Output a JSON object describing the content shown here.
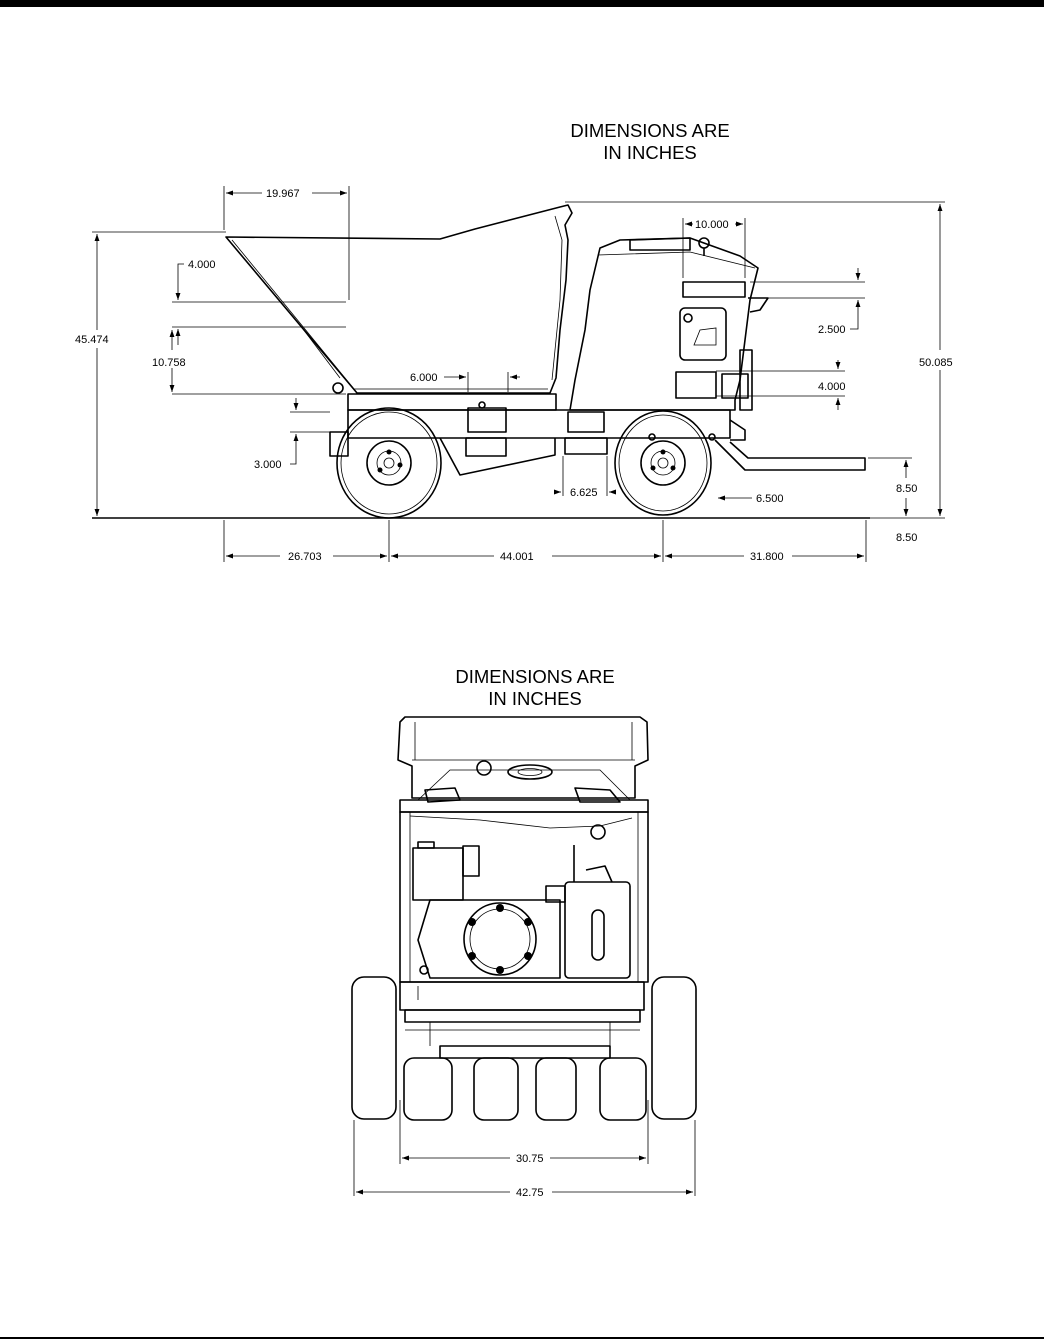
{
  "page": {
    "side_view_heading": [
      "DIMENSIONS ARE",
      "IN INCHES"
    ],
    "front_view_heading": [
      "DIMENSIONS ARE",
      "IN INCHES"
    ]
  },
  "side_view": {
    "dims": {
      "hopper_top_length": "19.967",
      "hopper_lip_depth": "4.000",
      "overall_height_left": "45.474",
      "hopper_depth": "10.758",
      "hopper_bottom_step": "6.000",
      "frame_height": "3.000",
      "console_width": "10.000",
      "console_step": "2.500",
      "overall_height_right": "50.085",
      "frame_step_right": "4.000",
      "wheel_gap": "6.625",
      "rear_axle_offset": "6.500",
      "tow_bar_height": "8.50",
      "ground_clearance": "8.50",
      "front_overhang": "26.703",
      "wheelbase": "44.001",
      "rear_overhang": "31.800"
    }
  },
  "front_view": {
    "dims": {
      "inner_track": "30.75",
      "overall_width": "42.75"
    }
  }
}
